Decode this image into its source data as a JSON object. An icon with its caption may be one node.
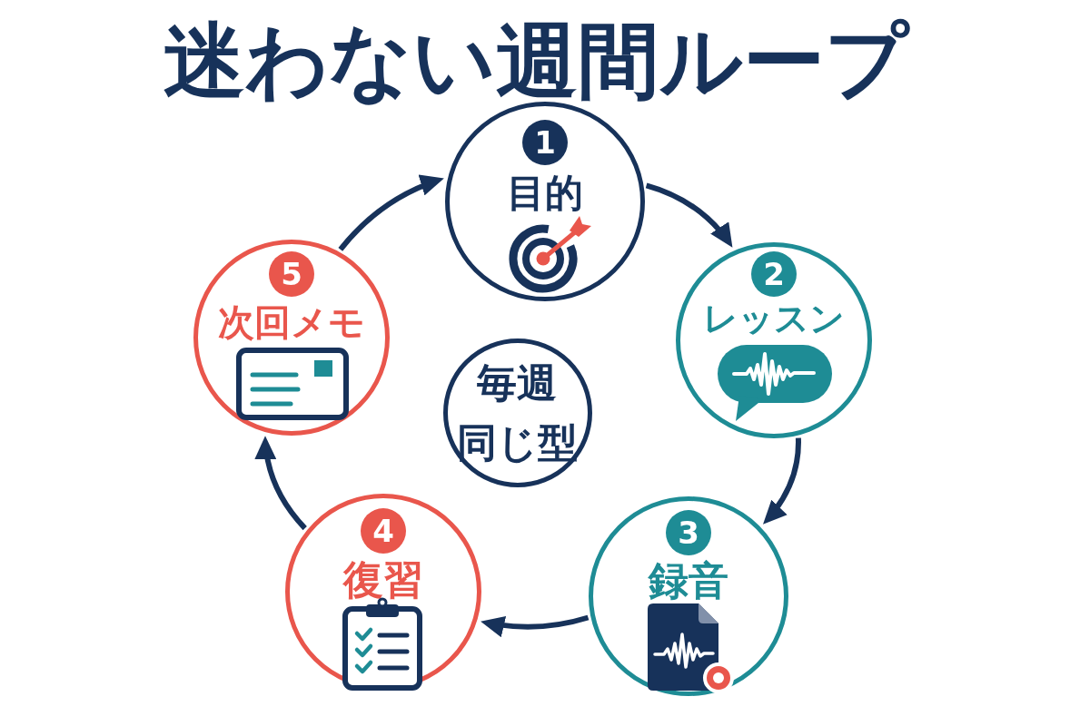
{
  "diagram": {
    "title": "迷わない週間ループ",
    "nodes": [
      {
        "text": [
          "1",
          "目的"
        ]
      },
      {
        "text": [
          "2",
          "レッスン"
        ]
      },
      {
        "text": [
          "3",
          "録音"
        ]
      },
      {
        "text": [
          "4",
          "復習"
        ]
      },
      {
        "text": [
          "5",
          "次回メモ"
        ]
      },
      {
        "text": [
          "毎週同じ型"
        ]
      }
    ],
    "edges": [
      {
        "from": 0,
        "to": 1,
        "arrow": "to"
      },
      {
        "from": 1,
        "to": 2,
        "arrow": "to"
      },
      {
        "from": 2,
        "to": 3,
        "arrow": "to"
      },
      {
        "from": 3,
        "to": 4,
        "arrow": "to"
      },
      {
        "from": 4,
        "to": 0,
        "arrow": "to"
      }
    ]
  }
}
